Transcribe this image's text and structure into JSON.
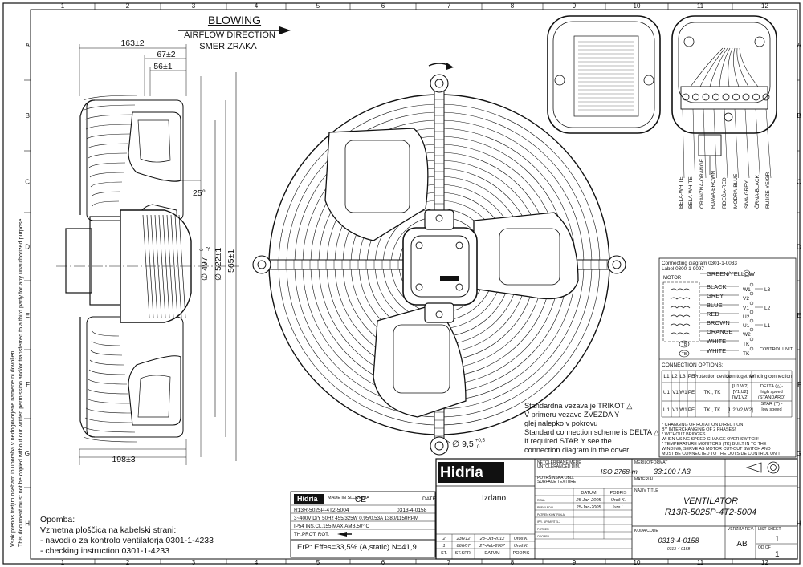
{
  "frame": {
    "columns": [
      "1",
      "2",
      "3",
      "4",
      "5",
      "6",
      "7",
      "8",
      "9",
      "10",
      "11",
      "12"
    ],
    "rows": [
      "A",
      "B",
      "C",
      "D",
      "E",
      "F",
      "G",
      "H"
    ]
  },
  "side_note": {
    "line1": "Vsak prenos tretjim osebam in uporaba v nedogovorjene namene ni dovoljen.",
    "line2": "This document must not be copied without our written permission and/or transferred to a third party for any unauthorized purpose."
  },
  "airflow": {
    "title": "BLOWING",
    "line1": "AIRFLOW DIRECTION",
    "line2": "SMER ZRAKA"
  },
  "dimensions": {
    "d163": "163±2",
    "d67": "67±2",
    "d56": "56±1",
    "angle": "25°",
    "d497_main": "∅ 497",
    "d497_tol_top": "0",
    "d497_tol_bot": "-2",
    "d522": "∅ 522±1",
    "d565": "565±1",
    "d198": "198±3",
    "hole_main": "∅ 9,5",
    "hole_tol_top": "+0,5",
    "hole_tol_bot": "0"
  },
  "cover_note": [
    "Standardna vezava je TRIKOT △",
    "V primeru vezave ZVEZDA Y",
    "glej nalepko v pokrovu",
    "Standard connection scheme is DELTA △",
    "If required STAR Y see the",
    "connection diagram in the cover"
  ],
  "wire_labels": [
    "BELA-WHITE",
    "BELA-WHITE",
    "ORANŽNA-ORANGE",
    "RJAVA-BROWN",
    "RDEČA-RED",
    "MODRA-BLUE",
    "SIVA-GREY",
    "ČRNA-BLACK",
    "RUJ/ZE-YE/GR"
  ],
  "connection": {
    "title1": "Connecting diagram 0301-1-0033",
    "title2": "Label 0300-1-9097",
    "motor_label": "MOTOR",
    "wires": [
      "GREEN/YELLOW",
      "BLACK",
      "GREY",
      "BLUE",
      "RED",
      "BROWN",
      "ORANGE",
      "WHITE",
      "WHITE"
    ],
    "terminals": [
      "W1",
      "V2",
      "V1",
      "U2",
      "U1",
      "W2",
      "TK",
      "TK"
    ],
    "phases": [
      "L3",
      "L2",
      "L1"
    ],
    "control": "CONTROL UNIT",
    "tb": "TB",
    "options_title": "CONNECTION OPTIONS:",
    "opt_headers": [
      "L1",
      "L2",
      "L3",
      "PE",
      "Protection device",
      "Join together",
      "Winding connection"
    ],
    "opt_rows": [
      [
        "U1",
        "V1",
        "W1",
        "PE",
        "TK , TK",
        "[U1,W2] [V1,U2] [W1,V2]",
        "DELTA (△)- high speed (STANDARD)"
      ],
      [
        "U1",
        "V1",
        "W1",
        "PE",
        "TK , TK",
        "[U2,V2,W2]",
        "STAR (Y) - low speed"
      ]
    ],
    "notes": [
      "* CHANGING OF ROTATION DIRECTION",
      "  BY INTERCHANGING OF 2 PHASES!",
      "* WITHOUT BRIDGES",
      "  WHEN USING SPEED-CHANGE OVER SWITCH!",
      "* TEMPERATURE MONITORS (TK) BUILT IN TO THE",
      "  WINDING, SERVE AS MOTOR CUT-OUT SWITCH AND",
      "  MUST BE CONNECTED TO THE OUTSIDE CONTROL UNIT!"
    ]
  },
  "label_plate": {
    "brand": "Hidria",
    "made_in": "MADE IN SLOVENIA",
    "ce": "CE",
    "date_label": "DATE",
    "model": "R13R-5025P-4T2-5004",
    "code": "0313-4-0158",
    "elec": "3~400V D/Y 50Hz 455/325W 0,95/0,53A 1380/1150RPM",
    "ip": "IP54 INS.CL.155 MAX.AMB.50° C",
    "prot": "TH.PROT. ROT.",
    "erp": "ErP: Effes=33,5%   (A,static)   N=41,9"
  },
  "opomba": {
    "title": "Opomba:",
    "line1": "Vzmetna ploščica na kabelski strani:",
    "line2": "- navodilo za kontrolo ventilatorja 0301-1-4233",
    "line3": "- checking instruction 0301-1-4233"
  },
  "title_block": {
    "brand": "Hidria",
    "izdano": "Izdano",
    "tol_label1": "NETOLERIRANE MERE",
    "tol_label2": "UNTOLERANCED DIM.",
    "tol_value": "ISO 2768-m",
    "surface1": "POVRŠINSKA OBD.",
    "surface2": "SURFACE TEXTURE",
    "scale_label": "MERILO/FORMAT",
    "scale_value": "33:100 / A3",
    "material_label": "MATERIAL",
    "name_label": "NAZIV TITLE",
    "name1": "VENTILATOR",
    "name2": "R13R-5025P-4T2-5004",
    "hdr_date": "DATUM",
    "hdr_sign": "PODPIS",
    "row_labels": [
      "RISAL",
      "PREGLEDAL",
      "PATREN KONTROLA",
      "IPR. UPRAVITELJ",
      "POTREN",
      "ODOBRIL"
    ],
    "risal_date": "25-Jan-2005",
    "risal_name": "Uroš K.",
    "preg_date": "25-Jan-2005",
    "preg_name": "Jure L.",
    "rev_rows": [
      [
        "2",
        "236/12",
        "23-Oct-2012",
        "Uroš K."
      ],
      [
        "1",
        "866/07",
        "27-Feb-2007",
        "Uroš K."
      ]
    ],
    "rev_headers": [
      "ST.",
      "ST.SPR.",
      "DATUM",
      "PODPIS"
    ],
    "koda_label": "KODA CODE",
    "koda": "0313-4-0158",
    "koda_sub": "0313-4-0158",
    "verzija_label": "VERZIJA REV.",
    "verzija": "AB",
    "list_label": "LIST SHEET",
    "list": "1",
    "od_label": "OD OF",
    "od": "1"
  }
}
